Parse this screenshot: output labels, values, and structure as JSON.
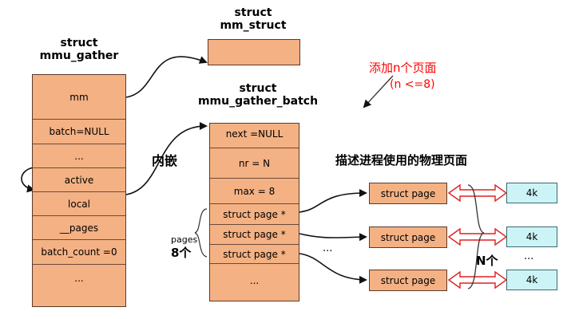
{
  "mmu_gather": {
    "title_line1": "struct",
    "title_line2": "mmu_gather",
    "fields": [
      "mm",
      "batch=NULL",
      "...",
      "active",
      "local",
      "__pages",
      "batch_count =0",
      "..."
    ]
  },
  "mm_struct": {
    "title_line1": "struct",
    "title_line2": "mm_struct"
  },
  "batch": {
    "title_line1": "struct",
    "title_line2": "mmu_gather_batch",
    "fields": [
      "next =NULL",
      "nr = N",
      "max = 8",
      "struct page *",
      "struct page *",
      "struct page *",
      "..."
    ]
  },
  "annotations": {
    "add_pages_line1": "添加n个页面",
    "add_pages_line2": "(n <=8)",
    "embedded": "内嵌",
    "describe": "描述进程使用的物理页面",
    "pages_label": "pages",
    "pages_count": "8个",
    "ellipsis_mid": "...",
    "ellipsis_right": "...",
    "n_count": "N个"
  },
  "page_boxes": [
    "struct page",
    "struct page",
    "struct page"
  ],
  "k_boxes": [
    "4k",
    "4k",
    "4k"
  ],
  "colors": {
    "struct_fill": "#f4b183",
    "page_fill": "#ccf4f6",
    "red_arrow": "#e02020",
    "annotation_red": "#ff0000"
  }
}
